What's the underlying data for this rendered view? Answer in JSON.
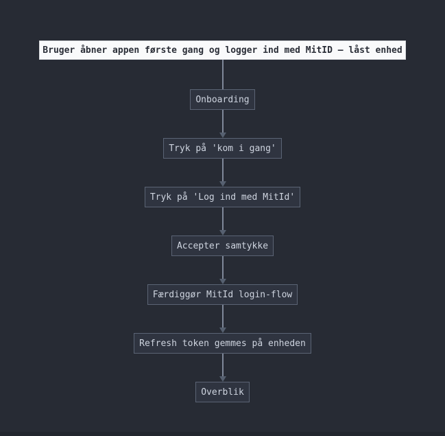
{
  "colors": {
    "bg": "#272b34",
    "bottom-strip": "#22262e",
    "title-bg": "#f9fafb",
    "title-border": "#d8dade",
    "title-text": "#2a2e37",
    "node-bg": "#2f3440",
    "node-border": "#5b6475",
    "node-text": "#ced4df",
    "line": "#7f8899",
    "arrow": "#566070"
  },
  "diagram": {
    "title_node": {
      "label": "Bruger åbner appen første gang og logger ind med MitID – låst enhed"
    },
    "nodes": [
      {
        "label": "Onboarding"
      },
      {
        "label": "Tryk på 'kom i gang'"
      },
      {
        "label": "Tryk på 'Log ind med MitId'"
      },
      {
        "label": "Accepter samtykke"
      },
      {
        "label": "Færdiggør MitId login-flow"
      },
      {
        "label": "Refresh token gemmes på enheden"
      },
      {
        "label": "Overblik"
      }
    ],
    "edges": [
      {
        "from": "title",
        "to": 0,
        "arrow": false
      },
      {
        "from": 0,
        "to": 1,
        "arrow": true
      },
      {
        "from": 1,
        "to": 2,
        "arrow": true
      },
      {
        "from": 2,
        "to": 3,
        "arrow": true
      },
      {
        "from": 3,
        "to": 4,
        "arrow": true
      },
      {
        "from": 4,
        "to": 5,
        "arrow": true
      },
      {
        "from": 5,
        "to": 6,
        "arrow": true
      }
    ]
  }
}
